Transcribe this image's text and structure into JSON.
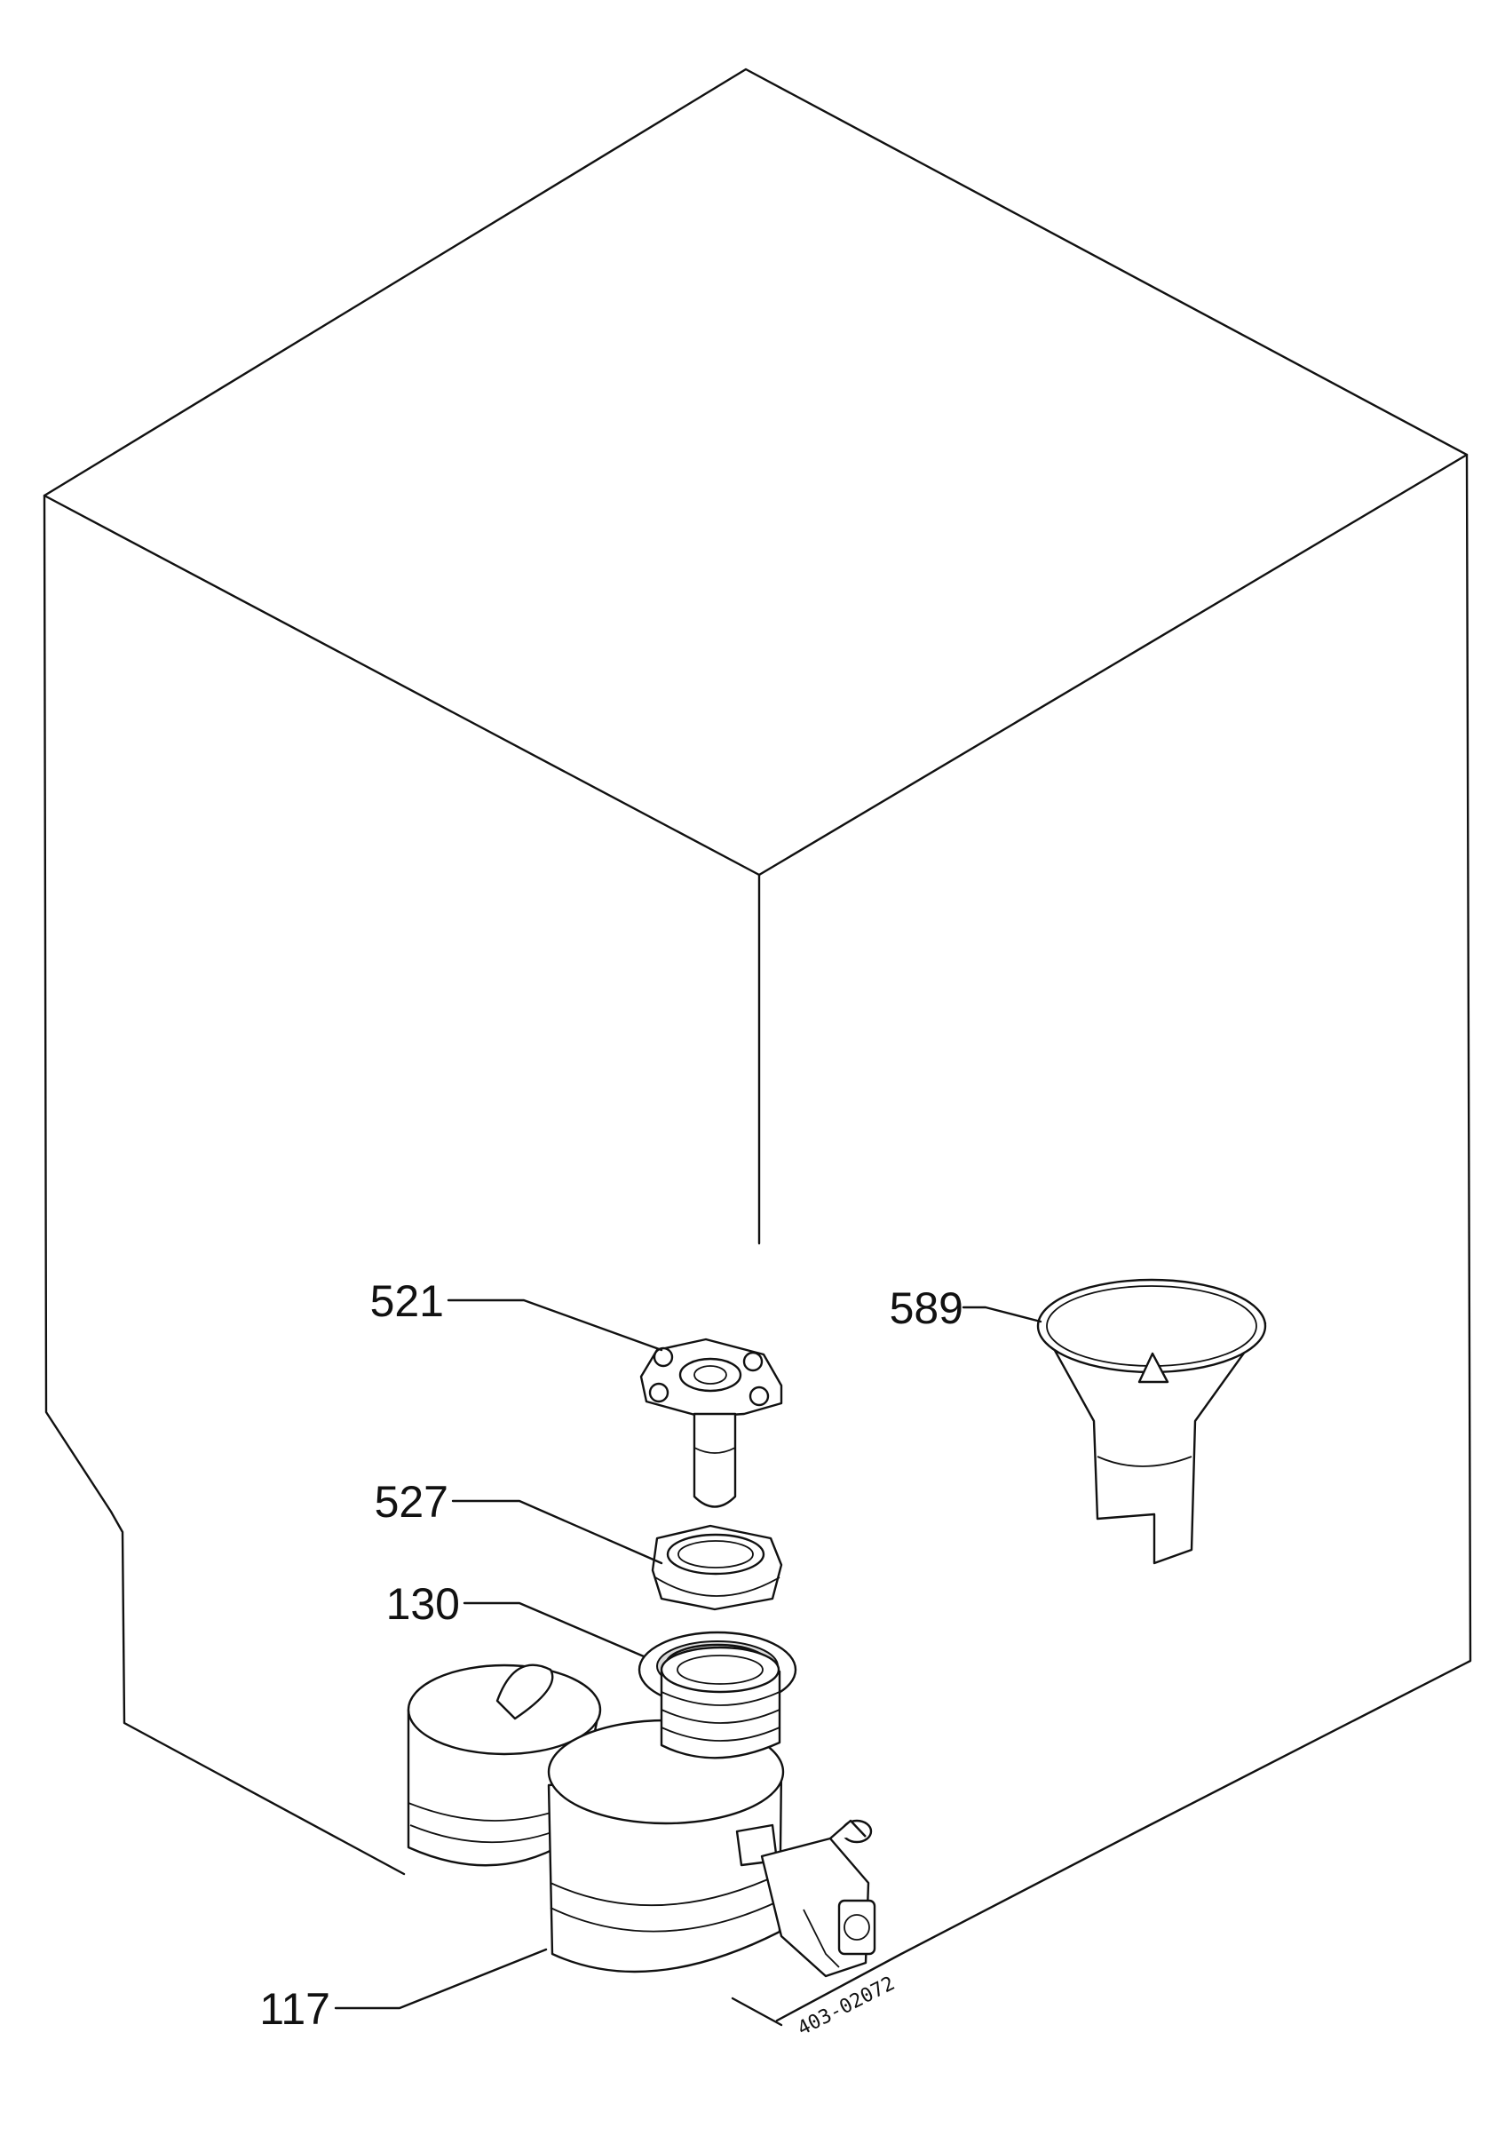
{
  "callouts": {
    "p521": "521",
    "p589": "589",
    "p527": "527",
    "p130": "130",
    "p117": "117"
  },
  "drawing_code": "403-02072"
}
